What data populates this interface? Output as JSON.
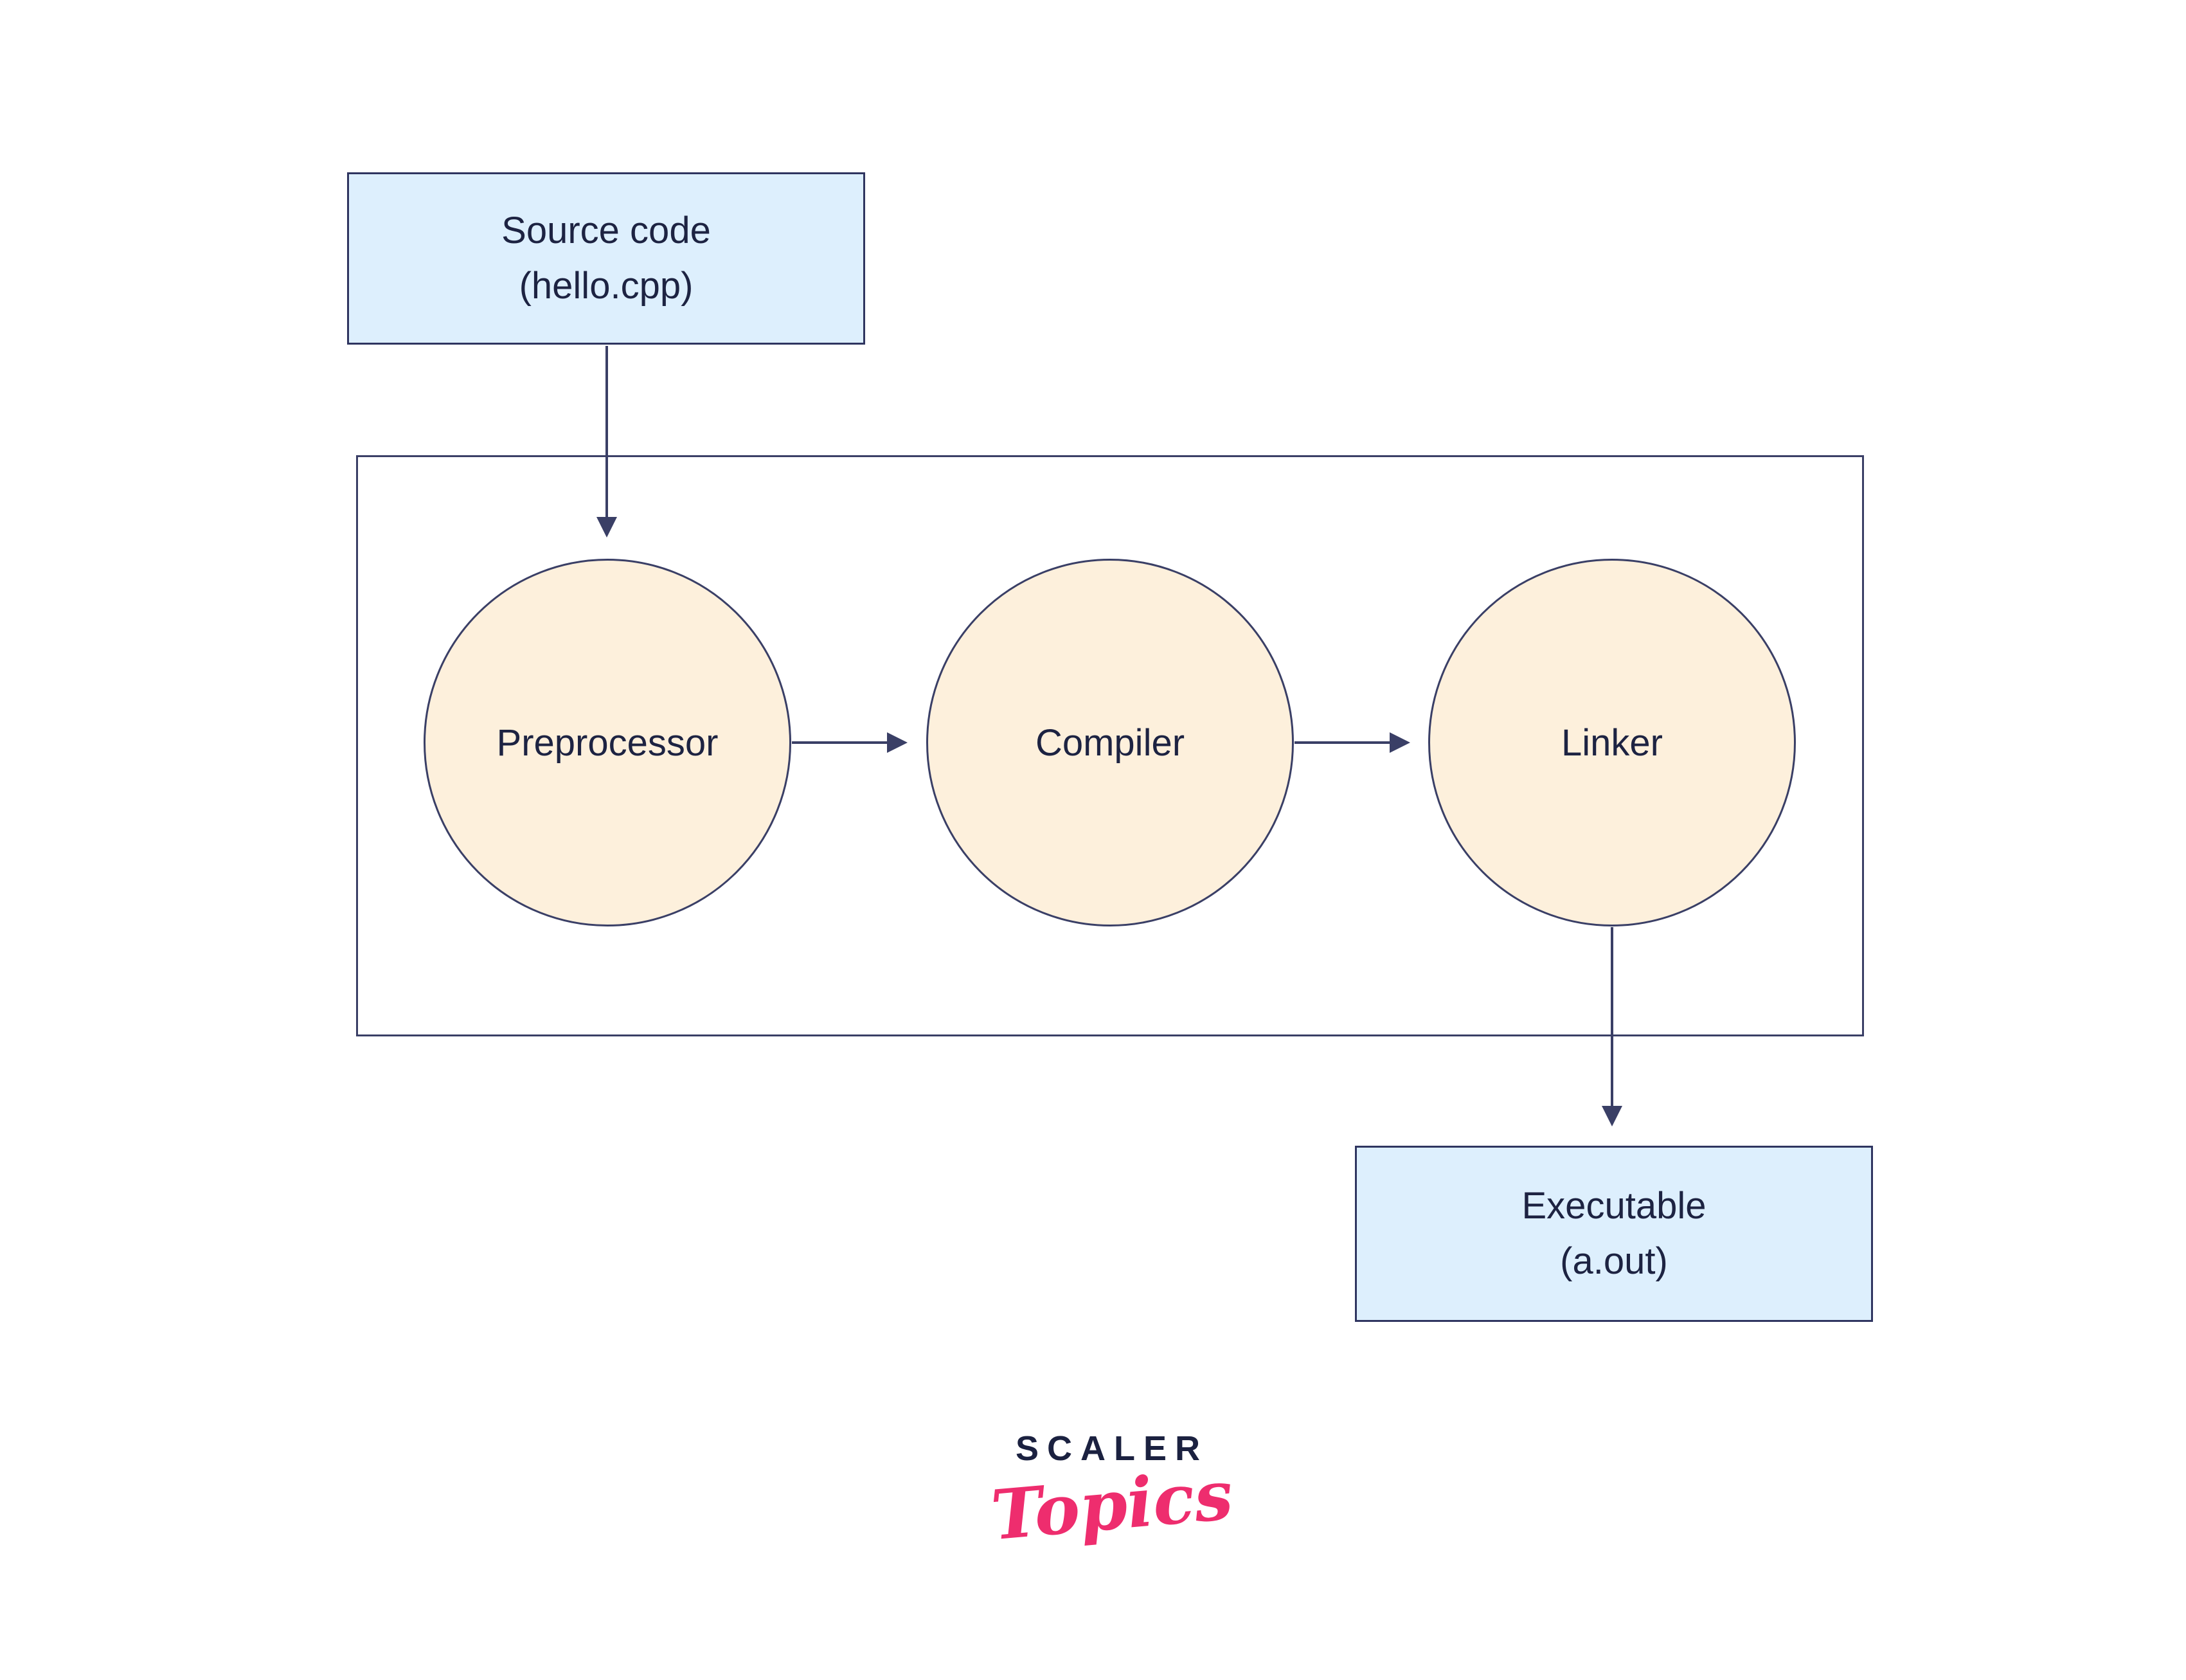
{
  "diagram": {
    "source_box": {
      "line1": "Source code",
      "line2": "(hello.cpp)"
    },
    "stages": [
      {
        "label": "Preprocessor"
      },
      {
        "label": "Compiler"
      },
      {
        "label": "Linker"
      }
    ],
    "output_box": {
      "line1": "Executable",
      "line2": "(a.out)"
    },
    "logo": {
      "wordmark": "SCALER",
      "script": "Topics"
    },
    "colors": {
      "box_fill": "#ddeffd",
      "box_border": "#2f3560",
      "circle_fill": "#fdf0dc",
      "circle_border": "#3a3f66",
      "arrow_line": "#3a3f66",
      "label_text": "#1d2342",
      "logo_navy": "#1b2140",
      "logo_pink": "#ee2d6e"
    }
  }
}
